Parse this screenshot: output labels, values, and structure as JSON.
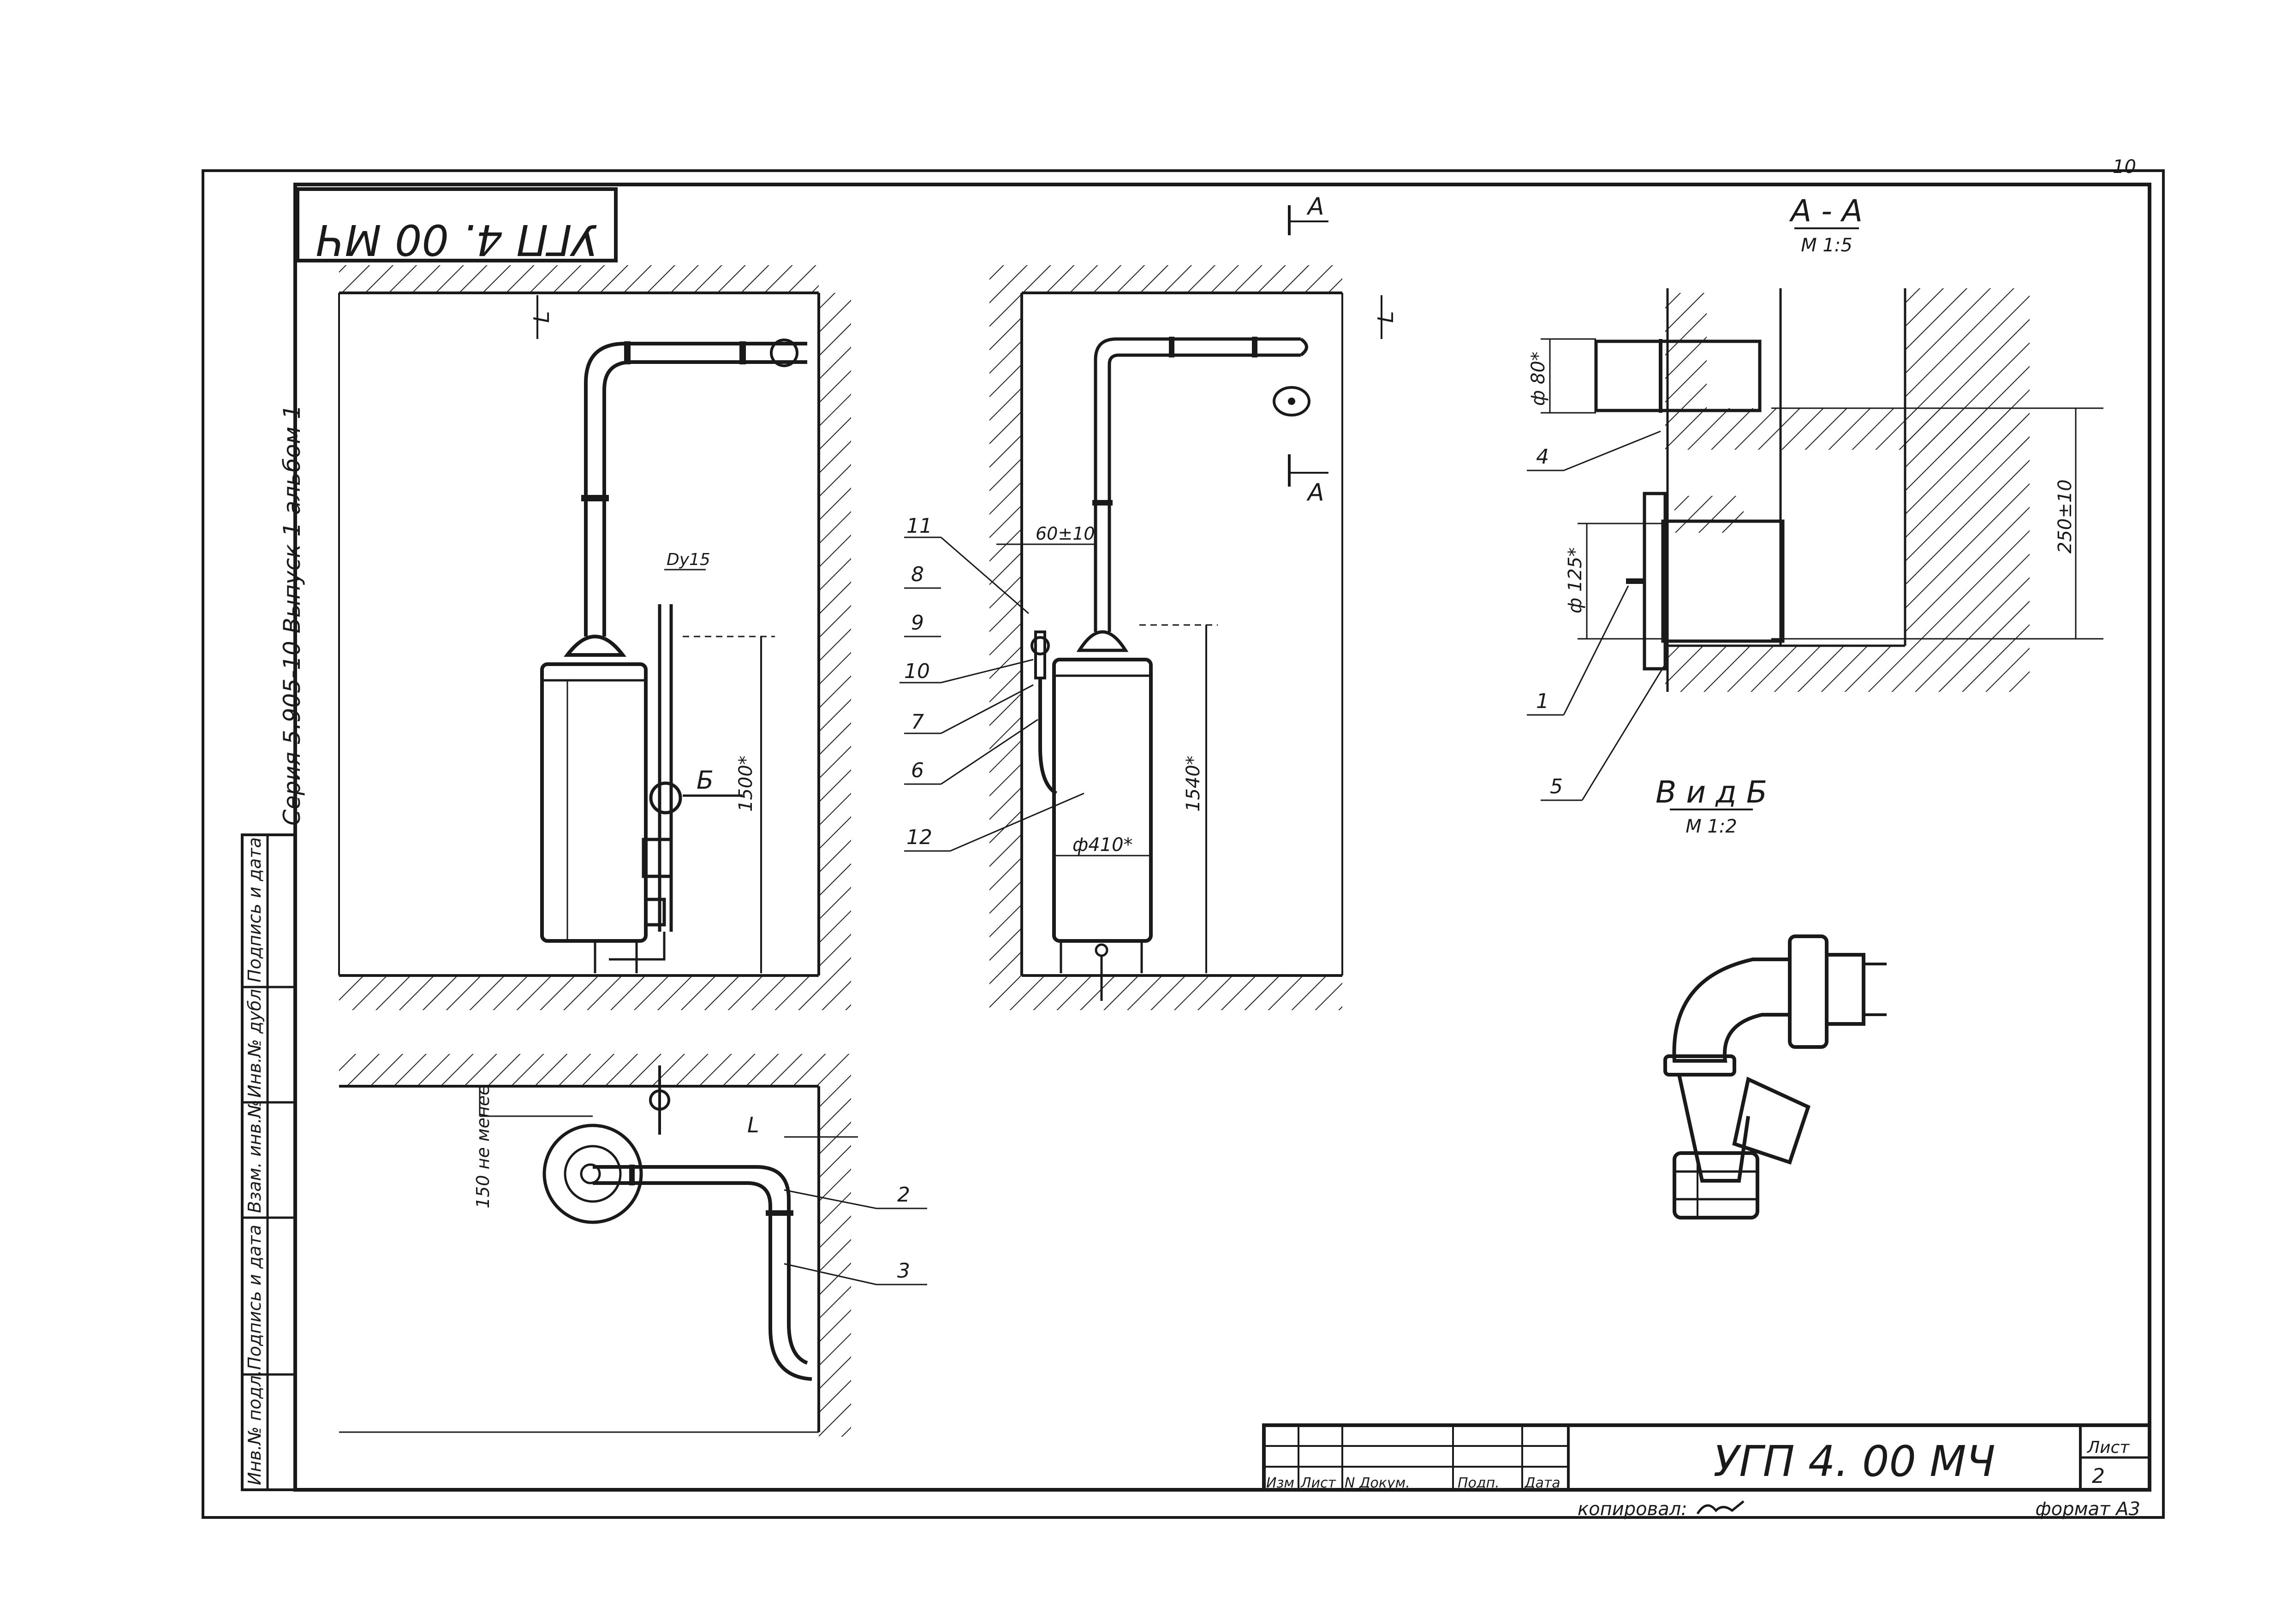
{
  "sheet_number_corner": "10",
  "stamp_code_rotated": "УГП 4. 00 МЧ",
  "series_text": "Серия 5.905-10   Выпуск 1   альбом 1",
  "left_margin_cells": [
    "Подпись и дата",
    "Инв.№ дубл.",
    "Взам. инв.№",
    "Подпись и дата",
    "Инв.№ подл."
  ],
  "section": {
    "aa_title": "А - А",
    "aa_scale": "М 1:5",
    "view_b_title": "В и д Б",
    "view_b_scale": "М 1:2",
    "cut_a_label": "А"
  },
  "dimensions": {
    "l1": "L",
    "l2": "L",
    "l3": "L",
    "dy15": "Dу15",
    "h1500": "1500*",
    "h1540": "1540*",
    "d410": "ф410*",
    "d80": "ф 80*",
    "d125": "ф 125*",
    "d250": "250±10",
    "d60": "60±10",
    "d150": "150 не менее",
    "view_b_mark": "Б"
  },
  "callouts": [
    "1",
    "2",
    "3",
    "4",
    "5",
    "6",
    "7",
    "8",
    "9",
    "10",
    "11",
    "12"
  ],
  "title_block": {
    "headers": [
      "Изм",
      "Лист",
      "N Докум.",
      "Подп.",
      "Дата"
    ],
    "code": "УГП 4. 00 МЧ",
    "sheet_label": "Лист",
    "sheet_value": "2",
    "copied": "копировал:",
    "format": "формат А3"
  }
}
